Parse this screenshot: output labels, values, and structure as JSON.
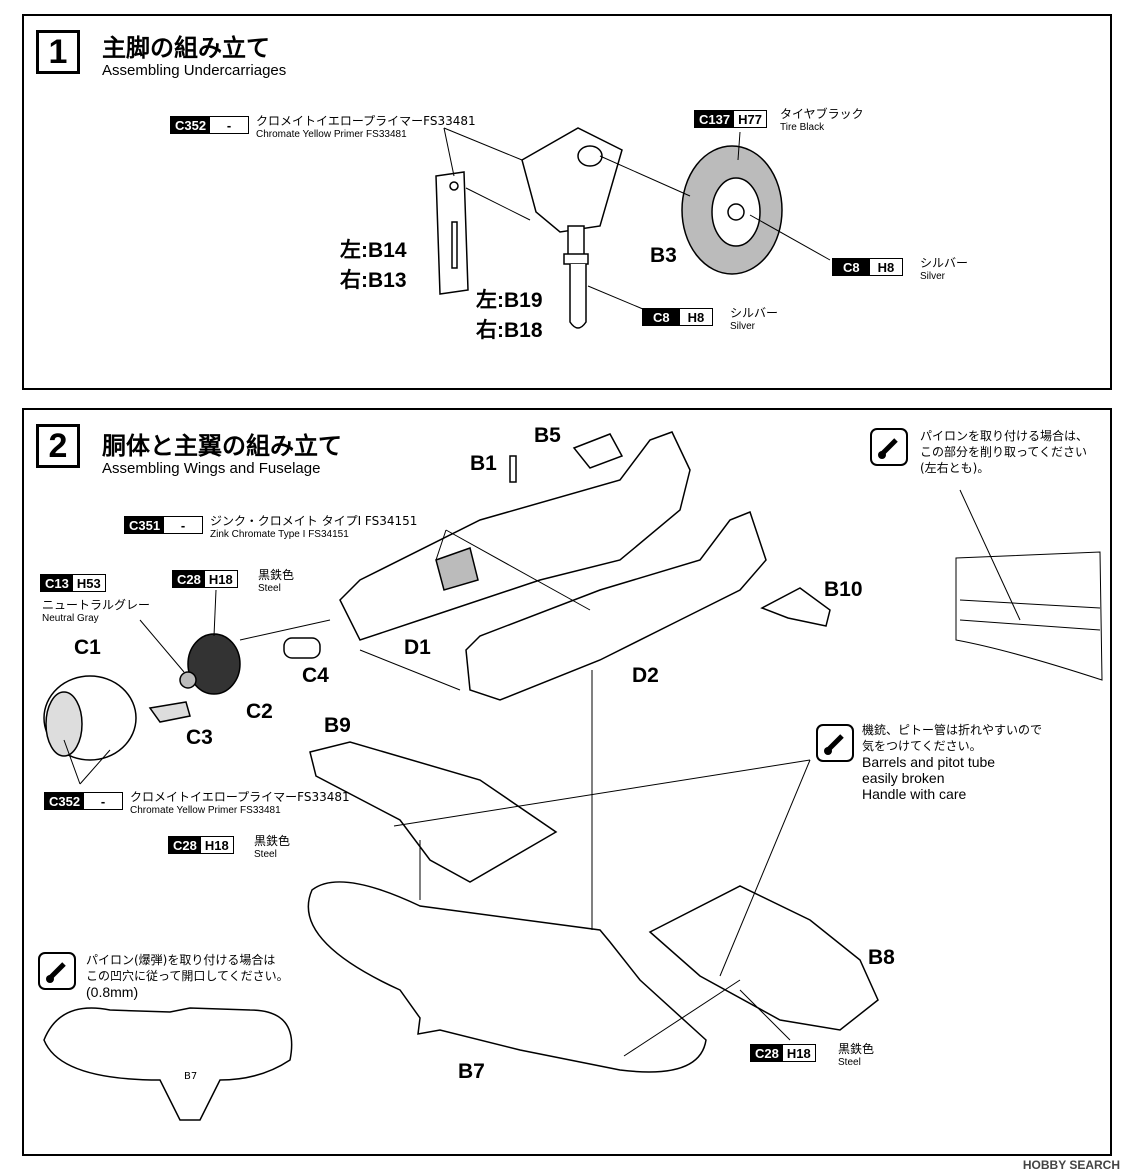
{
  "step1": {
    "number": "1",
    "title_ja": "主脚の組み立て",
    "title_en": "Assembling Undercarriages",
    "paints": [
      {
        "code": "C352",
        "h": "-",
        "ja": "クロメイトイエロープライマーFS33481",
        "en": "Chromate Yellow Primer FS33481"
      },
      {
        "code": "C137",
        "h": "H77",
        "ja": "タイヤブラック",
        "en": "Tire Black"
      },
      {
        "code": "C8",
        "h": "H8",
        "ja": "シルバー",
        "en": "Silver"
      },
      {
        "code": "C8",
        "h": "H8",
        "ja": "シルバー",
        "en": "Silver"
      }
    ],
    "parts": {
      "b14": "左:B14",
      "b13": "右:B13",
      "b19": "左:B19",
      "b18": "右:B18",
      "b3": "B3"
    }
  },
  "step2": {
    "number": "2",
    "title_ja": "胴体と主翼の組み立て",
    "title_en": "Assembling Wings and Fuselage",
    "paints": [
      {
        "code": "C351",
        "h": "-",
        "ja": "ジンク・クロメイト タイプI FS34151",
        "en": "Zink Chromate Type I FS34151"
      },
      {
        "code": "C13",
        "h": "H53",
        "ja": "ニュートラルグレー",
        "en": "Neutral Gray"
      },
      {
        "code": "C28",
        "h": "H18",
        "ja": "黒鉄色",
        "en": "Steel"
      },
      {
        "code": "C352",
        "h": "-",
        "ja": "クロメイトイエロープライマーFS33481",
        "en": "Chromate Yellow Primer FS33481"
      },
      {
        "code": "C28",
        "h": "H18",
        "ja": "黒鉄色",
        "en": "Steel"
      },
      {
        "code": "C28",
        "h": "H18",
        "ja": "黒鉄色",
        "en": "Steel"
      }
    ],
    "parts": {
      "b1": "B1",
      "b5": "B5",
      "b10": "B10",
      "d1": "D1",
      "d2": "D2",
      "c1": "C1",
      "c2": "C2",
      "c3": "C3",
      "c4": "C4",
      "b9": "B9",
      "b8": "B8",
      "b7": "B7",
      "b7_small": "B7"
    },
    "notes": {
      "pylon_top": [
        "パイロンを取り付ける場合は、",
        "この部分を削り取ってください",
        "(左右とも)。"
      ],
      "barrels_ja": [
        "機銃、ピトー管は折れやすいので",
        "気をつけてください。"
      ],
      "barrels_en": [
        "Barrels and pitot tube",
        "easily broken",
        "Handle with care"
      ],
      "pylon_bomb": [
        "パイロン(爆弾)を取り付ける場合は",
        "この凹穴に従って開口してください。",
        "(0.8mm)"
      ]
    }
  },
  "watermark": "HOBBY SEARCH"
}
